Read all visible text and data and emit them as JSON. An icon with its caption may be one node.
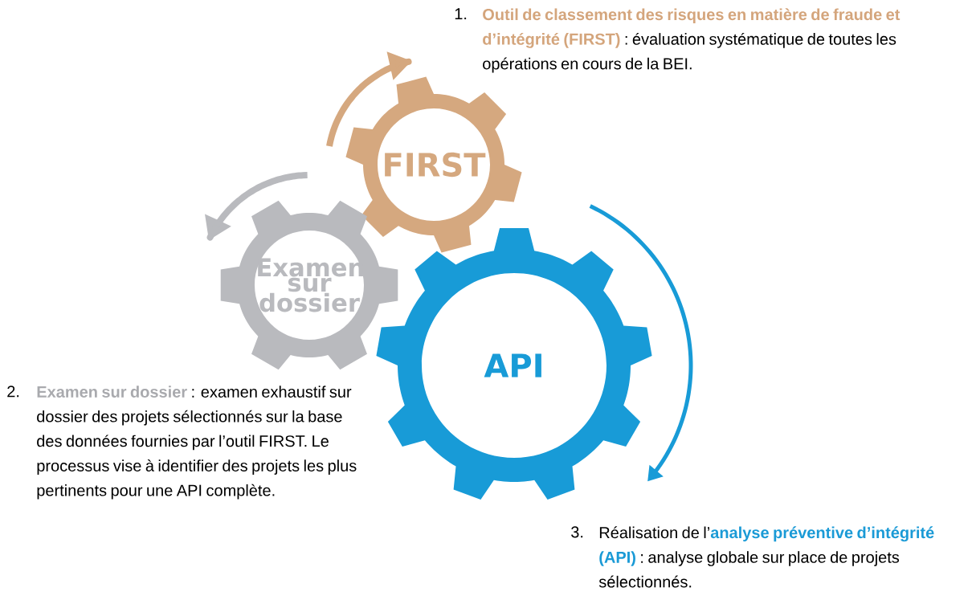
{
  "diagram": {
    "nodes": [
      {
        "text": [
          "FIRST"
        ]
      },
      {
        "text": [
          "Examen sur dossier"
        ]
      },
      {
        "text": [
          "API"
        ]
      }
    ],
    "labels": [
      "1.",
      "**Outil de classement des risques en matière de fraude et d’intégrité (FIRST)** : évaluation systématique de toutes les opérations en cours de la BEI.",
      "2.",
      "**Examen sur dossier** : examen exhaustif sur dossier des projets sélectionnés sur la base des données fournies par l’outil FIRST. Le processus vise à identifier des projets les plus pertinents pour une API complète.",
      "3.",
      "Réalisation de l’**analyse préventive d’intégrité (API)** : analyse globale sur place de projets sélectionnés."
    ]
  }
}
